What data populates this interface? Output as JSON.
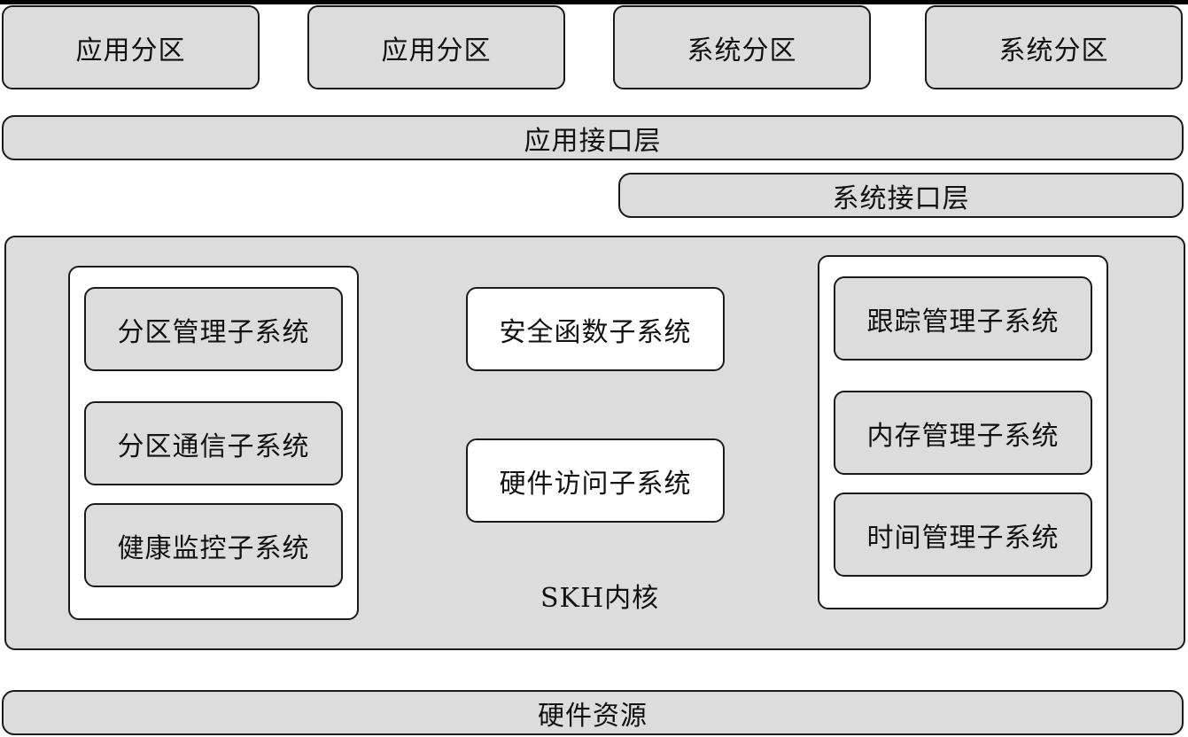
{
  "partitions": [
    {
      "label": "应用分区"
    },
    {
      "label": "应用分区"
    },
    {
      "label": "系统分区"
    },
    {
      "label": "系统分区"
    }
  ],
  "app_interface_layer": "应用接口层",
  "system_interface_layer": "系统接口层",
  "kernel": {
    "label": "SKH内核",
    "left_group": [
      "分区管理子系统",
      "分区通信子系统",
      "健康监控子系统"
    ],
    "middle_group": [
      "安全函数子系统",
      "硬件访问子系统"
    ],
    "right_group": [
      "跟踪管理子系统",
      "内存管理子系统",
      "时间管理子系统"
    ]
  },
  "hardware_resources": "硬件资源"
}
